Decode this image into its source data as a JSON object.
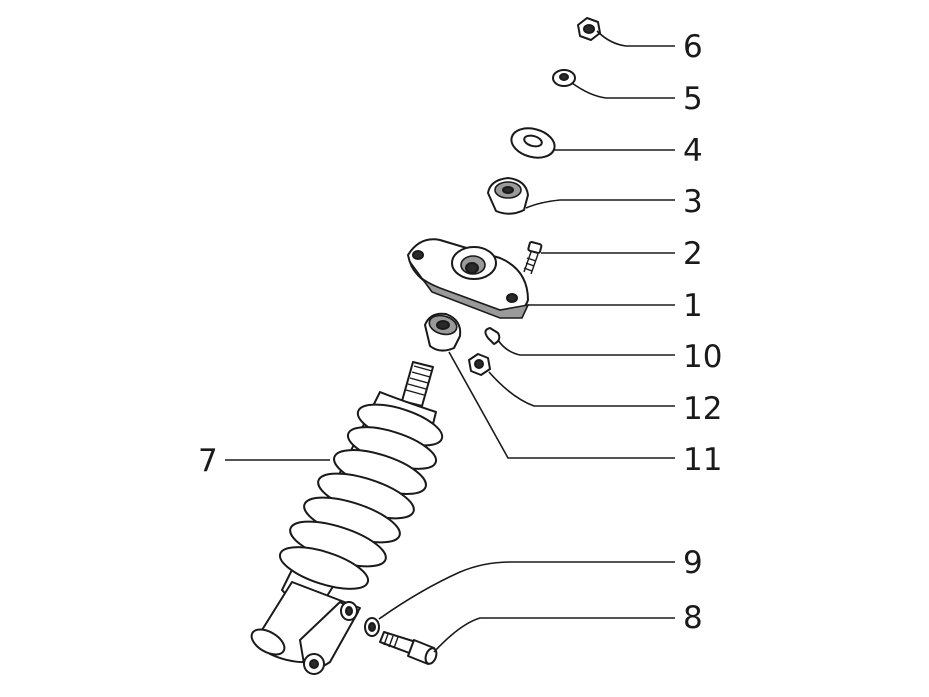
{
  "diagram": {
    "callouts": [
      {
        "id": "6",
        "label": "6"
      },
      {
        "id": "5",
        "label": "5"
      },
      {
        "id": "4",
        "label": "4"
      },
      {
        "id": "3",
        "label": "3"
      },
      {
        "id": "2",
        "label": "2"
      },
      {
        "id": "1",
        "label": "1"
      },
      {
        "id": "10",
        "label": "10"
      },
      {
        "id": "12",
        "label": "12"
      },
      {
        "id": "11",
        "label": "11"
      },
      {
        "id": "7",
        "label": "7"
      },
      {
        "id": "9",
        "label": "9"
      },
      {
        "id": "8",
        "label": "8"
      }
    ],
    "colors": {
      "ink": "#1a1a1a",
      "paper": "#ffffff"
    }
  }
}
